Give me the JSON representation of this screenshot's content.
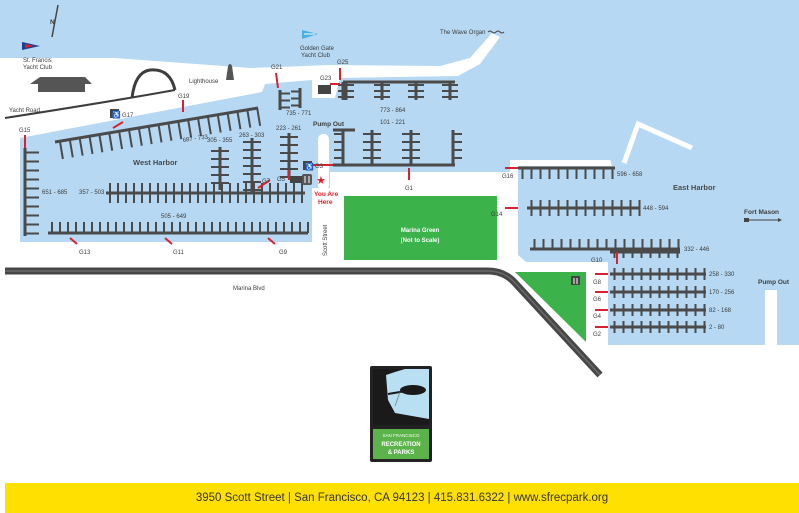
{
  "colors": {
    "water": "#b6d8f2",
    "land": "#ffffff",
    "dock": "#4a4a4a",
    "gate": "#d3242f",
    "green": "#3bb34a",
    "road": "#474747",
    "footer": "#ffe000"
  },
  "map": {
    "places": {
      "st_francis_1": "St. Francis",
      "st_francis_2": "Yacht Club",
      "golden_gate_1": "Golden Gate",
      "golden_gate_2": "Yacht Club",
      "wave_organ": "The Wave Organ",
      "lighthouse": "Lighthouse",
      "yacht_road": "Yacht Road",
      "west_harbor": "West Harbor",
      "east_harbor": "East Harbor",
      "fort_mason": "Fort Mason",
      "pump_out_west": "Pump Out",
      "pump_out_east": "Pump Out",
      "marina_green_1": "Marina Green",
      "marina_green_2": "(Not to Scale)",
      "marina_blvd": "Marina Blvd",
      "scott_street": "Scott Street",
      "you_are_here_1": "You Are",
      "you_are_here_2": "Here"
    },
    "gates": {
      "G1": "G1",
      "G2": "G2",
      "G3": "G3",
      "G4": "G4",
      "G5": "G5",
      "G6": "G6",
      "G7": "G7",
      "G8": "G8",
      "G9": "G9",
      "G10": "G10",
      "G11": "G11",
      "G13": "G13",
      "G14": "G14",
      "G15": "G15",
      "G16": "G16",
      "G17": "G17",
      "G19": "G19",
      "G21": "G21",
      "G23": "G23",
      "G25": "G25"
    },
    "berths": {
      "b651": "651 - 685",
      "b357": "357 - 503",
      "b505": "505 - 649",
      "b687": "687 - 733",
      "b305": "305 - 355",
      "b263": "263 - 303",
      "b223": "223 - 261",
      "b735": "735 - 771",
      "b773": "773 - 864",
      "b101": "101 - 221",
      "b596": "596 - 658",
      "b448": "448 - 594",
      "b332": "332 - 446",
      "b258": "258 - 330",
      "b170": "170 - 256",
      "b82": "82 - 168",
      "b2": "2 - 80"
    },
    "icons": [
      "compass-north",
      "flag",
      "accessible",
      "restroom",
      "star"
    ]
  },
  "logo": {
    "line1": "SAN FRANCISCO",
    "line2": "RECREATION",
    "line3": "& PARKS"
  },
  "footer": {
    "address": "3950 Scott Street | San Francisco, CA 94123  | 415.831.6322 | www.sfrecpark.org"
  }
}
